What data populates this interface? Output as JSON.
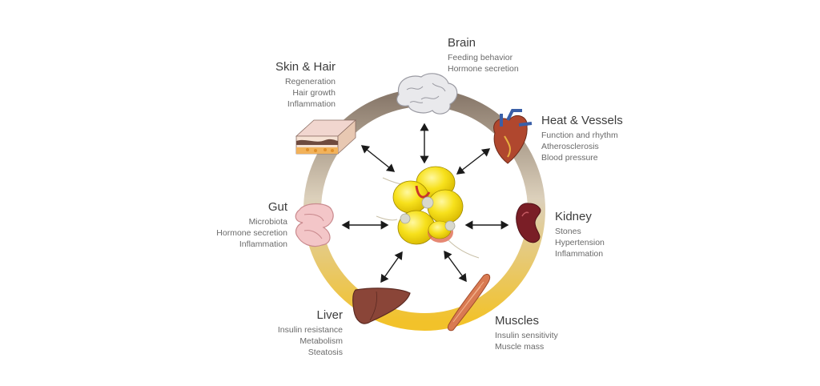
{
  "organs": {
    "brain": {
      "title": "Brain",
      "lines": [
        "Feeding behavior",
        "Hormone secretion"
      ]
    },
    "skin": {
      "title": "Skin & Hair",
      "lines": [
        "Regeneration",
        "Hair growth",
        "Inflammation"
      ]
    },
    "heart": {
      "title": "Heat & Vessels",
      "lines": [
        "Function and rhythm",
        "Atherosclerosis",
        "Blood pressure"
      ]
    },
    "gut": {
      "title": "Gut",
      "lines": [
        "Microbiota",
        "Hormone secretion",
        "Inflammation"
      ]
    },
    "kidney": {
      "title": "Kidney",
      "lines": [
        "Stones",
        "Hypertension",
        "Inflammation"
      ]
    },
    "liver": {
      "title": "Liver",
      "lines": [
        "Insulin resistance",
        "Metabolism",
        "Steatosis"
      ]
    },
    "muscles": {
      "title": "Muscles",
      "lines": [
        "Insulin sensitivity",
        "Muscle mass"
      ]
    }
  },
  "icons": {
    "center": "adipose-tissue-icon",
    "brain": "brain-icon",
    "skin": "skin-layers-icon",
    "heart": "heart-icon",
    "gut": "intestine-icon",
    "kidney": "kidney-icon",
    "liver": "liver-icon",
    "muscles": "muscle-icon"
  },
  "colors": {
    "ring_top": "#8a7a6c",
    "ring_mid": "#d9c9a8",
    "ring_bottom": "#f2c22a",
    "fat_yellow": "#f7e11c",
    "arrow": "#1a1a1a"
  }
}
